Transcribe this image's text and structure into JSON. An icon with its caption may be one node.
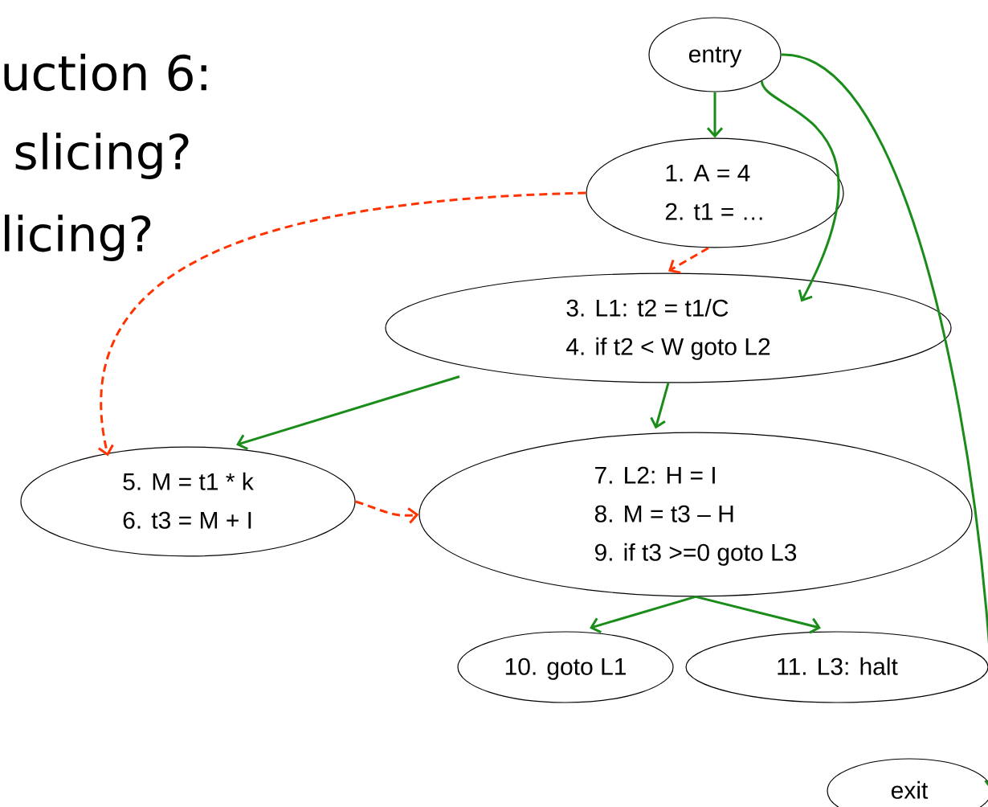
{
  "diagram": {
    "nodes": [
      {
        "text": [
          "entry"
        ]
      },
      {
        "text": [
          "1. A = 4",
          "2. t1 = …"
        ]
      },
      {
        "text": [
          "3. L1: t2 = t1/C",
          "4. if t2 < W goto L2"
        ]
      },
      {
        "text": [
          "5. M = t1 * k",
          "6. t3 = M + I"
        ]
      },
      {
        "text": [
          "7. L2: H = I",
          "8. M = t3 – H",
          "9. if t3 >=0 goto L3"
        ]
      },
      {
        "text": [
          "10. goto L1"
        ]
      },
      {
        "text": [
          "11. L3: halt"
        ]
      },
      {
        "text": [
          "exit"
        ]
      }
    ],
    "edges": [
      {
        "from": 0,
        "to": 1,
        "arrow": "to"
      },
      {
        "from": 0,
        "to": 2,
        "arrow": "to"
      },
      {
        "from": 0,
        "to": 7,
        "arrow": "to"
      },
      {
        "from": 1,
        "to": 3,
        "arrow": "to",
        "style": "dashed",
        "color": "#ff3300"
      },
      {
        "from": 1,
        "to": 2,
        "arrow": "to",
        "style": "dashed",
        "color": "#ff3300"
      },
      {
        "from": 2,
        "to": 3,
        "arrow": "to"
      },
      {
        "from": 2,
        "to": 4,
        "arrow": "to"
      },
      {
        "from": 3,
        "to": 4,
        "arrow": "to",
        "style": "dashed",
        "color": "#ff3300"
      },
      {
        "from": 4,
        "to": 5,
        "arrow": "to"
      },
      {
        "from": 4,
        "to": 6,
        "arrow": "to"
      }
    ],
    "labels": [
      "uction 6:",
      "slicing?",
      "licing?"
    ]
  }
}
